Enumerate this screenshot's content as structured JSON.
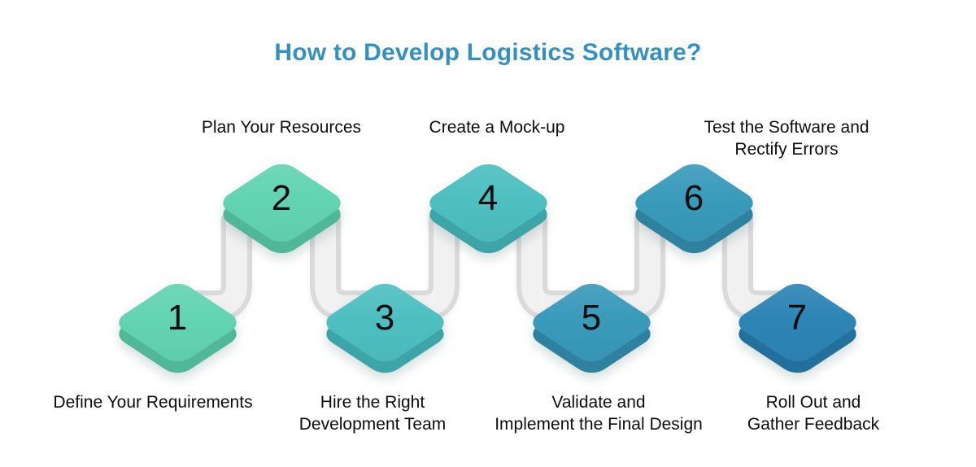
{
  "title": {
    "text": "How to Develop Logistics Software?",
    "color": "#3590c2"
  },
  "steps": [
    {
      "number": "1",
      "label": "Define Your Requirements",
      "label_position": "below",
      "face_color": "#62d4b1",
      "depth_color": "#50b896"
    },
    {
      "number": "2",
      "label": "Plan Your Resources",
      "label_position": "above",
      "face_color": "#62d4b1",
      "depth_color": "#50b896"
    },
    {
      "number": "3",
      "label": "Hire the Right\nDevelopment Team",
      "label_position": "below",
      "face_color": "#4ebfc1",
      "depth_color": "#3da4a7"
    },
    {
      "number": "4",
      "label": "Create a Mock-up",
      "label_position": "above",
      "face_color": "#4ebfc1",
      "depth_color": "#3da4a7"
    },
    {
      "number": "5",
      "label": "Validate and\nImplement the Final Design",
      "label_position": "below",
      "face_color": "#3a9aba",
      "depth_color": "#2e829f"
    },
    {
      "number": "6",
      "label": "Test the Software and Rectify Errors",
      "label_position": "above",
      "face_color": "#3a9aba",
      "depth_color": "#2e829f"
    },
    {
      "number": "7",
      "label": "Roll Out and\nGather Feedback",
      "label_position": "below",
      "face_color": "#2d85b5",
      "depth_color": "#24709c"
    }
  ],
  "connectors": {
    "edge_color": "#dadada",
    "center_color": "#f1f1f1"
  },
  "text_color": "#0d0d0d"
}
